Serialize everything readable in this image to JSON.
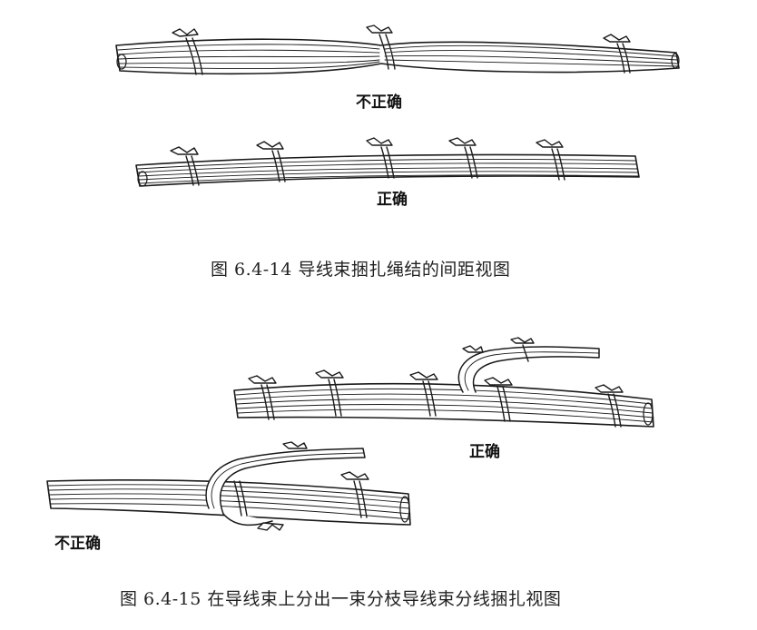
{
  "figure_1": {
    "label_incorrect": "不正确",
    "label_correct": "正确",
    "caption": "图 6.4-14 导线束捆扎绳结的间距视图"
  },
  "figure_2": {
    "label_correct": "正确",
    "label_incorrect": "不正确",
    "caption": "图 6.4-15 在导线束上分出一束分枝导线束分线捆扎视图"
  },
  "colors": {
    "ink": "#1a1a1a",
    "background": "#ffffff"
  }
}
